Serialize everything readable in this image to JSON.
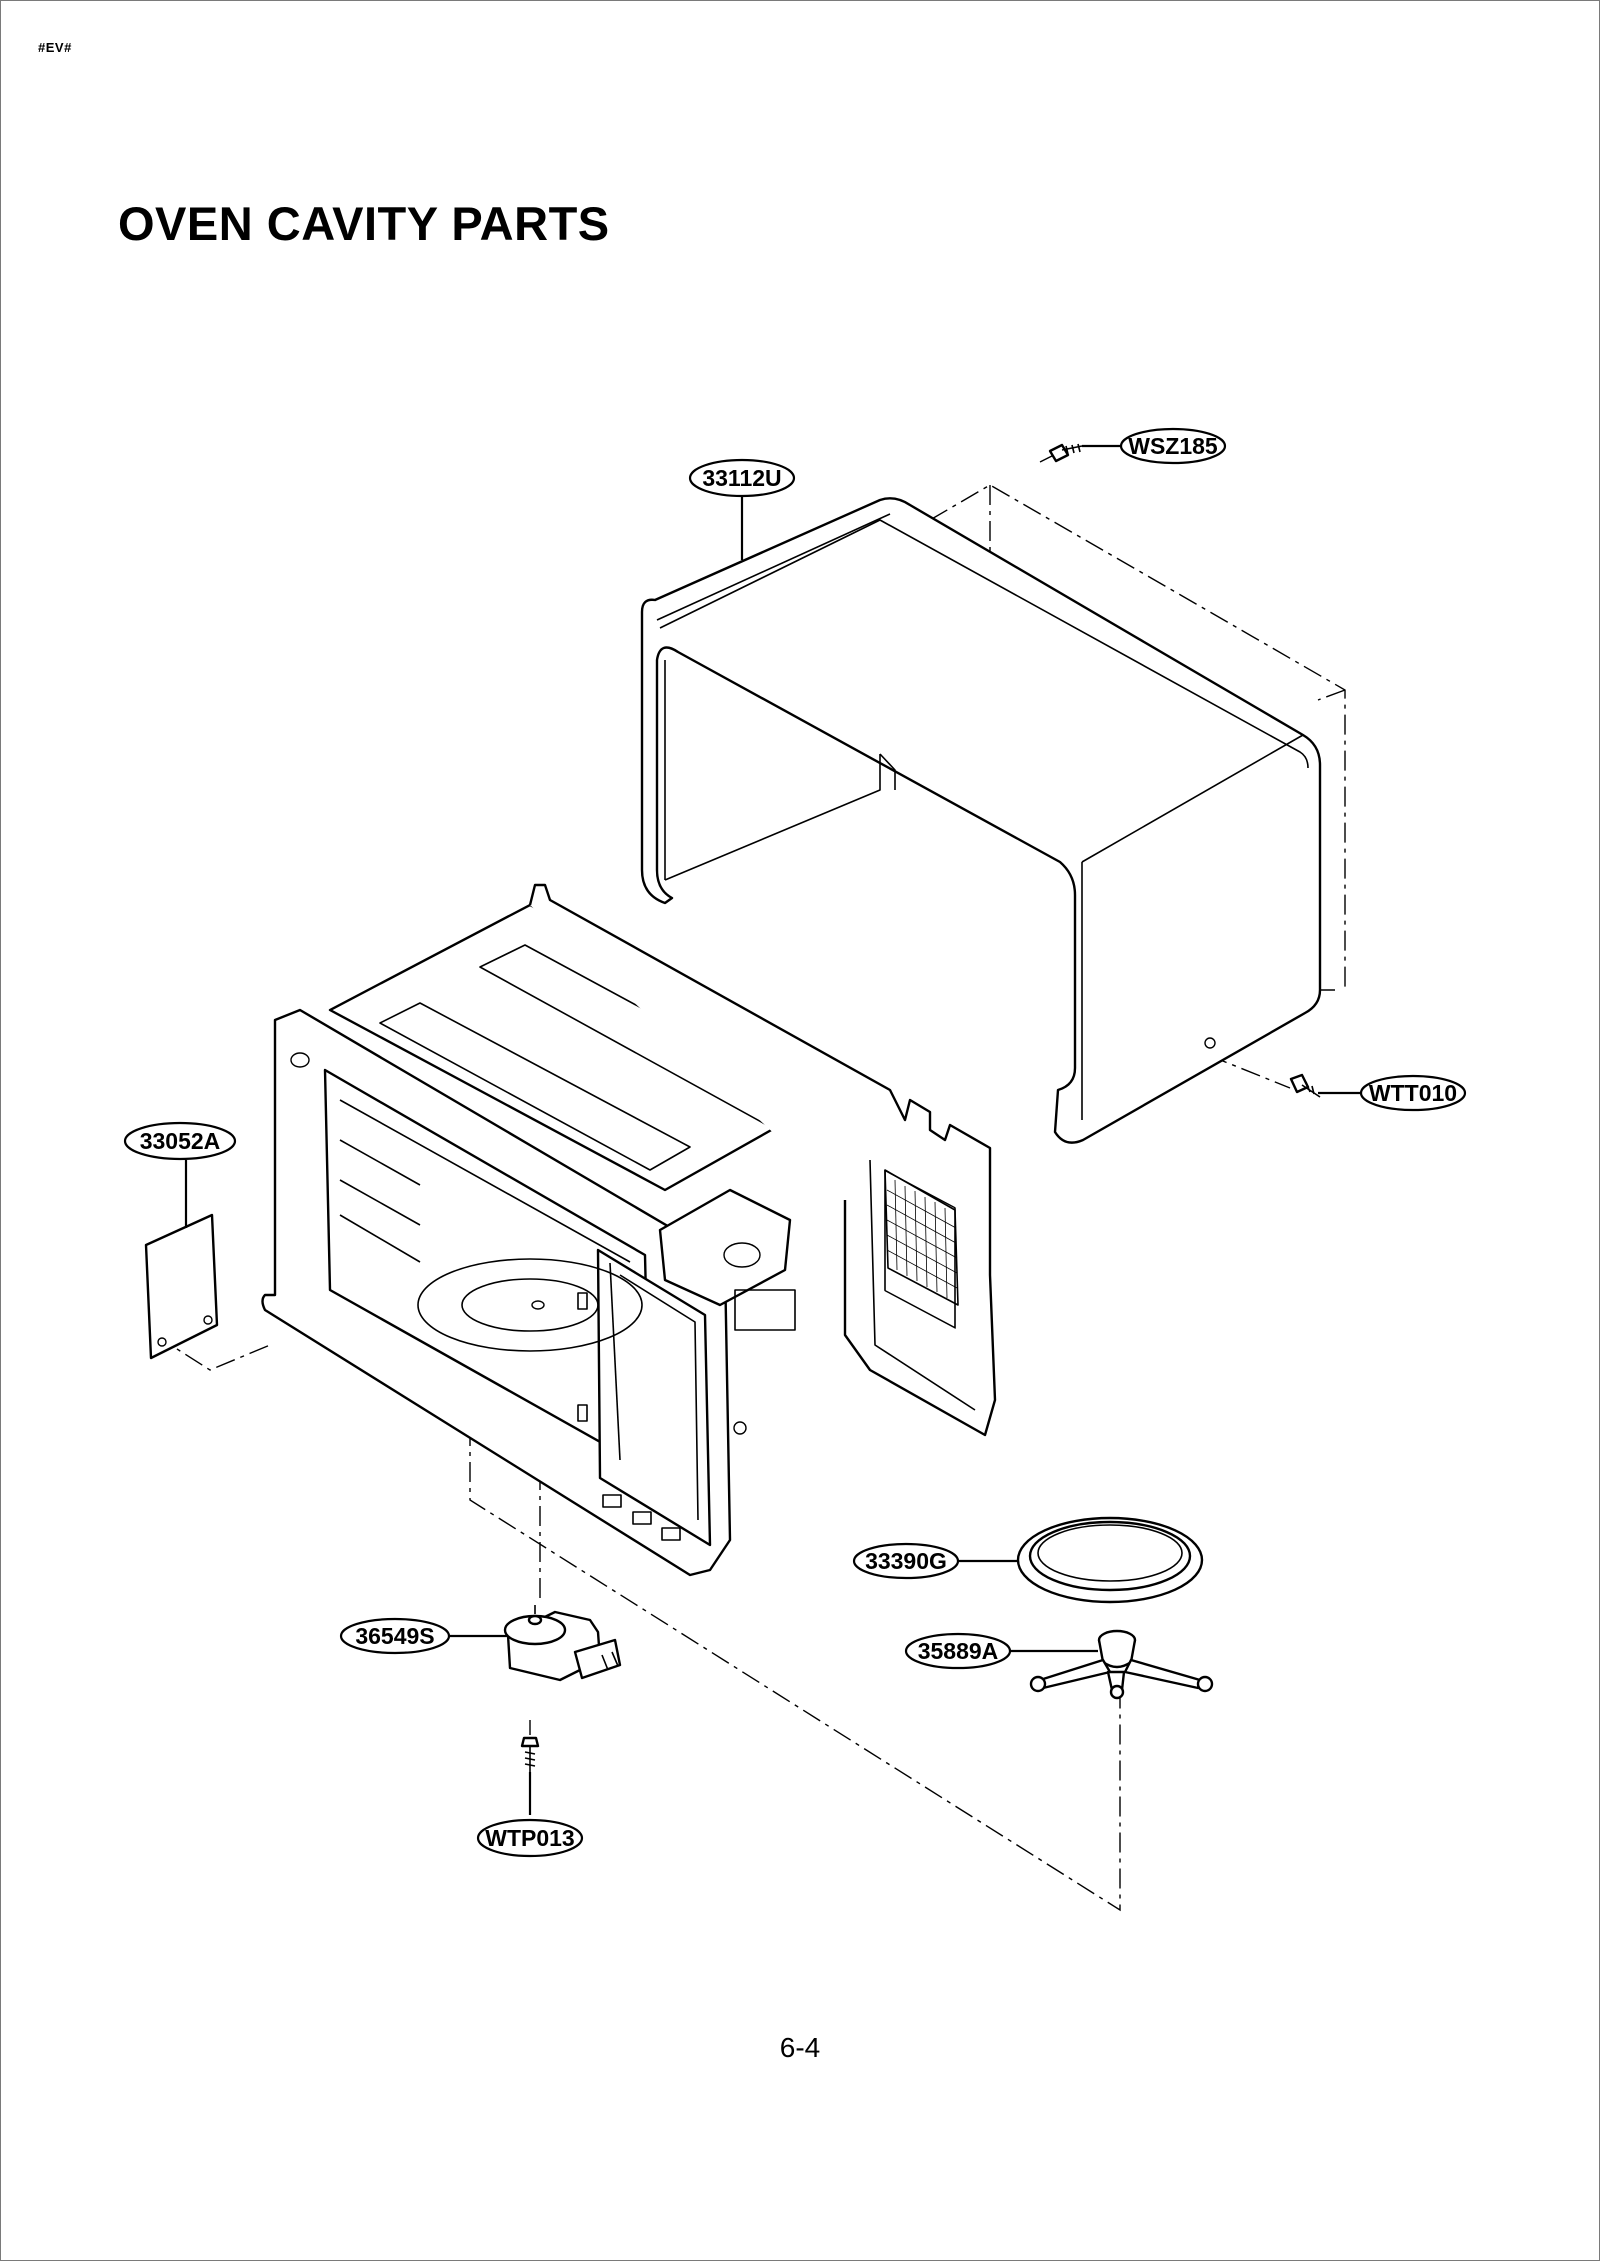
{
  "header": {
    "corner_mark": "#EV#"
  },
  "title": "OVEN CAVITY PARTS",
  "footer": {
    "page_number": "6-4"
  },
  "part_labels": [
    {
      "id": "wsz185",
      "code": "WSZ185"
    },
    {
      "id": "33112u",
      "code": "33112U"
    },
    {
      "id": "wtt010",
      "code": "WTT010"
    },
    {
      "id": "33052a",
      "code": "33052A"
    },
    {
      "id": "33390g",
      "code": "33390G"
    },
    {
      "id": "36549s",
      "code": "36549S"
    },
    {
      "id": "35889a",
      "code": "35889A"
    },
    {
      "id": "wtp013",
      "code": "WTP013"
    }
  ]
}
